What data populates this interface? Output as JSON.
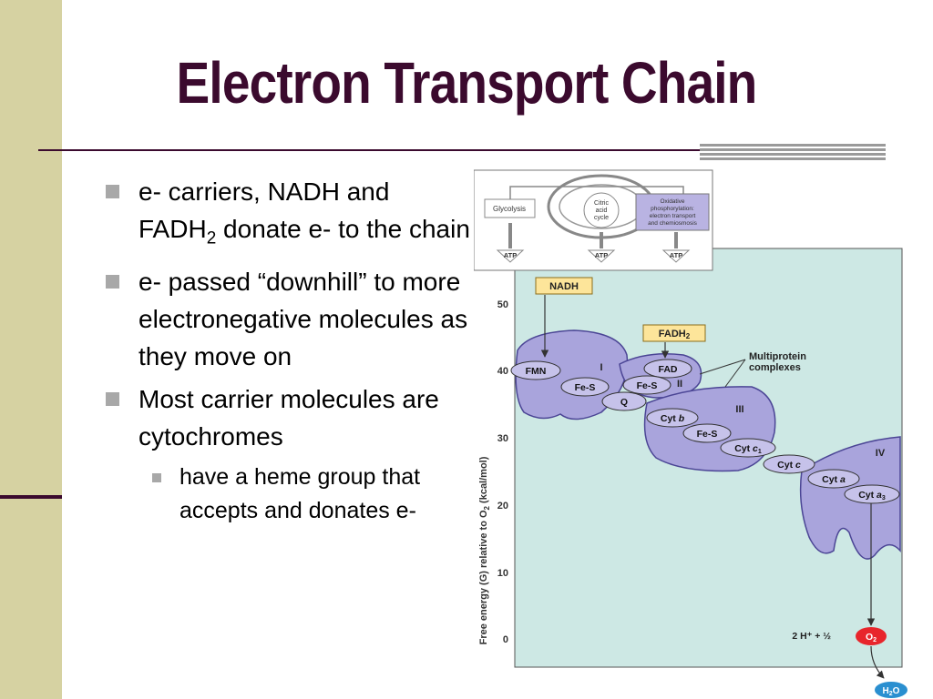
{
  "slide": {
    "title": "Electron Transport Chain",
    "bullets": [
      {
        "text": "e- carriers, NADH and FADH",
        "sub_script": "2",
        "text_after": " donate e- to the chain"
      },
      {
        "text": "e- passed “downhill” to more electronegative molecules as they move on"
      },
      {
        "text": "Most carrier molecules are cytochromes"
      }
    ],
    "sub_bullets": [
      {
        "text": "have a heme group that accepts and donates e-"
      }
    ]
  },
  "figure": {
    "inset": {
      "glycolysis": "Glycolysis",
      "citric_line1": "Citric",
      "citric_line2": "acid",
      "citric_line3": "cycle",
      "oxphos_line1": "Oxidative",
      "oxphos_line2": "phosphorylation:",
      "oxphos_line3": "electron transport",
      "oxphos_line4": "and chemiosmosis",
      "atp": "ATP"
    },
    "y_axis_label": "Free energy (G) relative to O",
    "y_axis_sub": "2",
    "y_axis_unit": " (kcal/mol)",
    "y_ticks": [
      "50",
      "40",
      "30",
      "20",
      "10",
      "0"
    ],
    "nadh": "NADH",
    "fadh": "FADH",
    "fadh_sub": "2",
    "multiprotein_line1": "Multiprotein",
    "multiprotein_line2": "complexes",
    "complex_i": "I",
    "complex_ii": "II",
    "complex_iii": "III",
    "complex_iv": "IV",
    "fmn": "FMN",
    "fes": "Fe-S",
    "fad": "FAD",
    "q": "Q",
    "cyt_b": "Cyt",
    "cyt_b_letter": "b",
    "cyt_c1": "Cyt",
    "cyt_c1_letter": "c",
    "cyt_c1_sub": "1",
    "cyt_c": "Cyt",
    "cyt_c_letter": "c",
    "cyt_a": "Cyt",
    "cyt_a_letter": "a",
    "cyt_a3": "Cyt",
    "cyt_a3_letter": "a",
    "cyt_a3_sub": "3",
    "reaction": "2 H⁺ + ½",
    "o2": "O",
    "o2_sub": "2",
    "h2o_h": "H",
    "h2o_sub": "2",
    "h2o_o": "O",
    "colors": {
      "panel_bg": "#cde8e4",
      "complex_fill": "#a9a4dc",
      "complex_dark": "#6f68b4",
      "label_fill": "#fde59a",
      "o2_red": "#e8252b",
      "h2o_blue": "#2a8fd0"
    }
  }
}
